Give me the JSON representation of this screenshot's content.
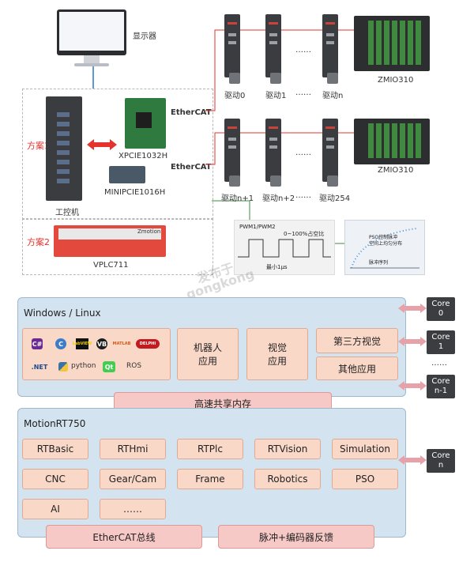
{
  "monitor_label": "显示器",
  "ipc_label": "工控机",
  "scheme1": "方案1",
  "scheme2": "方案2",
  "card1": "XPCIE1032H",
  "card2": "MINIPCIE1016H",
  "vplc": "VPLC711",
  "vplc_brand": "Zmotion",
  "ethercat": "EtherCAT",
  "rack_label": "ZMIO310",
  "drive_row1": [
    "驱动0",
    "驱动1",
    "……",
    "驱动n"
  ],
  "drive_row2": [
    "驱动n+1",
    "驱动n+2",
    "……",
    "驱动254"
  ],
  "pwm": {
    "title": "PWM1/PWM2",
    "duty": "0~100%占空比",
    "min": "最小1μs"
  },
  "pso_note": [
    "PSO控制脉冲",
    "空间上均匀分布",
    "脉冲序列"
  ],
  "watermark": [
    "发布于",
    "gongkong"
  ],
  "windows": {
    "title": "Windows / Linux",
    "icons": [
      "C#",
      "C",
      "LabVIEW",
      "VB",
      "MATLAB",
      "DELPHI",
      ".NET",
      "python",
      "Qt",
      "ROS"
    ],
    "apps": [
      "机器人\n应用",
      "视觉\n应用",
      "第三方视觉",
      "其他应用"
    ],
    "shared": "高速共享内存"
  },
  "cores": [
    "Core\n0",
    "Core\n1",
    "……",
    "Core\nn-1",
    "Core\nn"
  ],
  "motion": {
    "title": "MotionRT750",
    "modules": [
      "RTBasic",
      "RTHmi",
      "RTPlc",
      "RTVision",
      "Simulation",
      "CNC",
      "Gear/Cam",
      "Frame",
      "Robotics",
      "PSO",
      "AI",
      "……"
    ],
    "bus1": "EtherCAT总线",
    "bus2": "脉冲+编码器反馈"
  },
  "colors": {
    "panel_bg": "#d3e3f0",
    "module_bg": "#fad8c8",
    "bar_bg": "#f6c8c6",
    "ethercat_line": "#e5322d",
    "pwm_line": "#3e8c3e",
    "monitor_line": "#5b9bd5",
    "arrow": "#e7a1a8"
  }
}
